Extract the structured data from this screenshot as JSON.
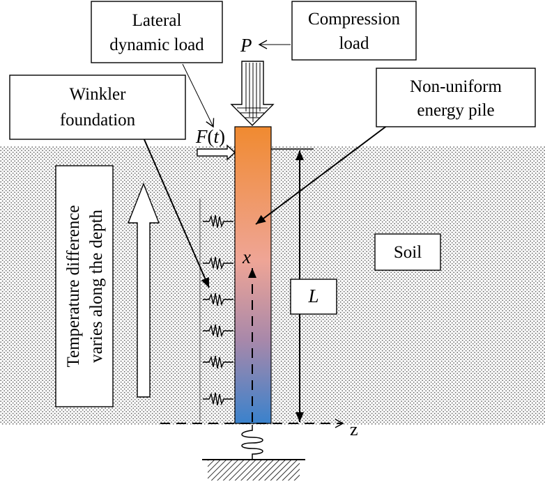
{
  "labels": {
    "lateral_load_line1": "Lateral",
    "lateral_load_line2": "dynamic load",
    "compression_load_line1": "Compression",
    "compression_load_line2": "load",
    "winkler_line1": "Winkler",
    "winkler_line2": "foundation",
    "pile_line1": "Non-uniform",
    "pile_line2": "energy pile",
    "temperature_line1": "Temperature difference",
    "temperature_line2": "varies along the depth",
    "soil": "Soil"
  },
  "symbols": {
    "compression": "P",
    "lateral_force": "F(t)",
    "length": "L",
    "x_axis": "x",
    "z_axis": "z"
  },
  "colors": {
    "pile_top": "#f08a30",
    "pile_mid": "#cf8f8f",
    "pile_bottom": "#3a82cc",
    "soil_dots": "#6b6b6b",
    "outline": "#000000"
  }
}
